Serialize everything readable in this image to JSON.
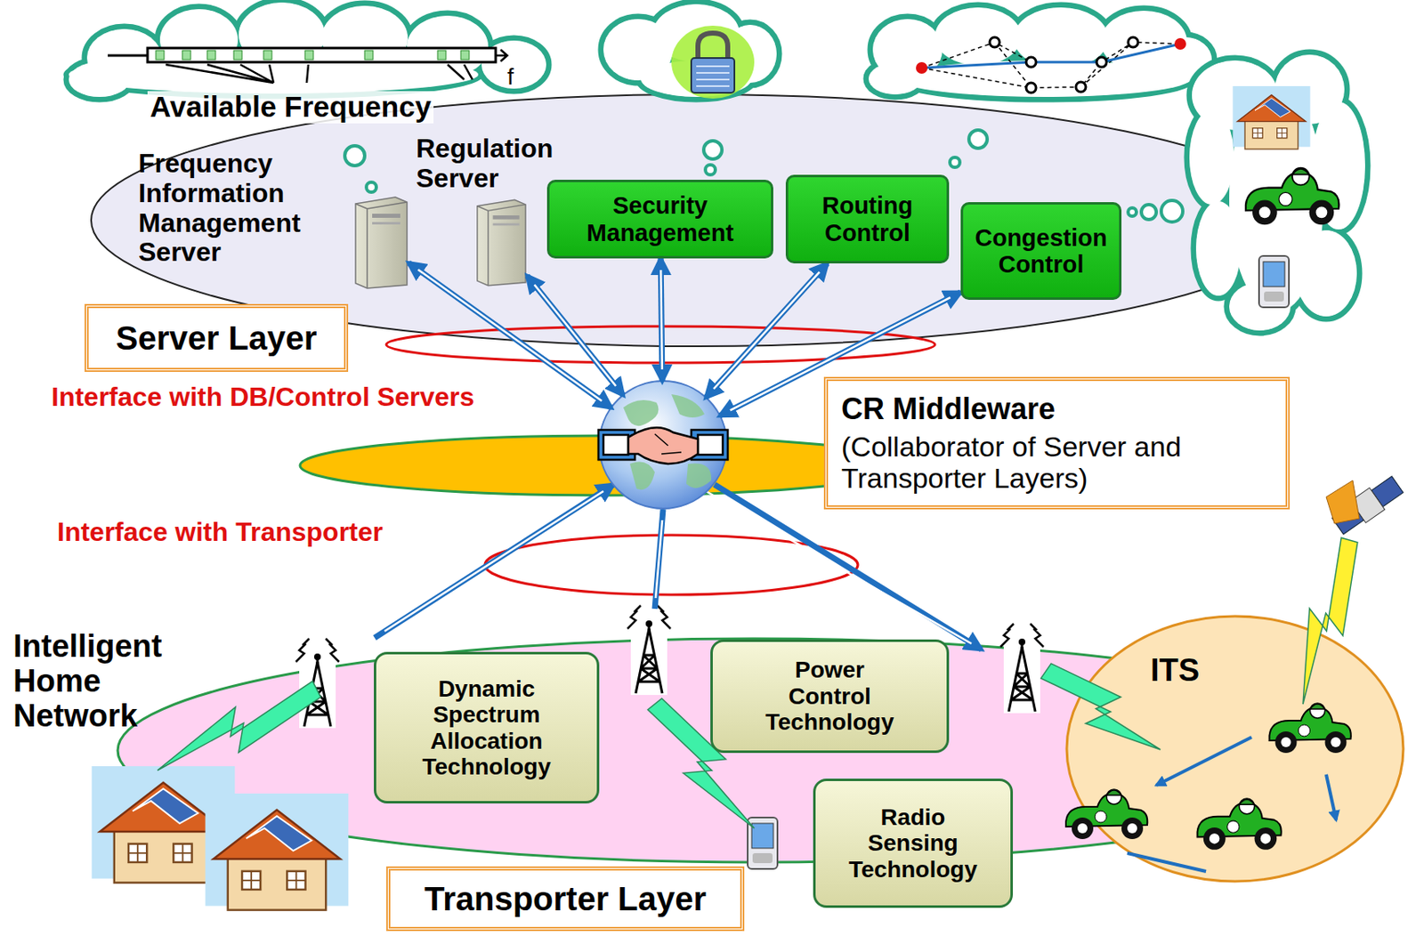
{
  "diagram": {
    "nodes": [
      {
        "text": [
          "Frequency Information Management Server"
        ]
      },
      {
        "text": [
          "Regulation Server"
        ]
      },
      {
        "text": [
          "Security Management"
        ]
      },
      {
        "text": [
          "Routing Control"
        ]
      },
      {
        "text": [
          "Congestion Control"
        ]
      },
      {
        "text": [
          "Server Layer"
        ]
      },
      {
        "text": [
          "CR Middleware",
          "(Collaborator of Server and Transporter Layers)"
        ]
      },
      {
        "text": [
          "Dynamic Spectrum Allocation Technology"
        ]
      },
      {
        "text": [
          "Power Control Technology"
        ]
      },
      {
        "text": [
          "Radio Sensing Technology"
        ]
      },
      {
        "text": [
          "Transporter Layer"
        ]
      }
    ],
    "edges": [
      {
        "from": 0,
        "to": 6,
        "arrow": "both"
      },
      {
        "from": 1,
        "to": 6,
        "arrow": "both"
      },
      {
        "from": 2,
        "to": 6,
        "arrow": "both"
      },
      {
        "from": 3,
        "to": 6,
        "arrow": "both"
      },
      {
        "from": 4,
        "to": 6,
        "arrow": "both"
      }
    ],
    "labels": [
      "Available Frequency",
      "f",
      "Interface with DB/Control Servers",
      "Interface with Transporter",
      "Intelligent Home Network",
      "ITS"
    ]
  }
}
